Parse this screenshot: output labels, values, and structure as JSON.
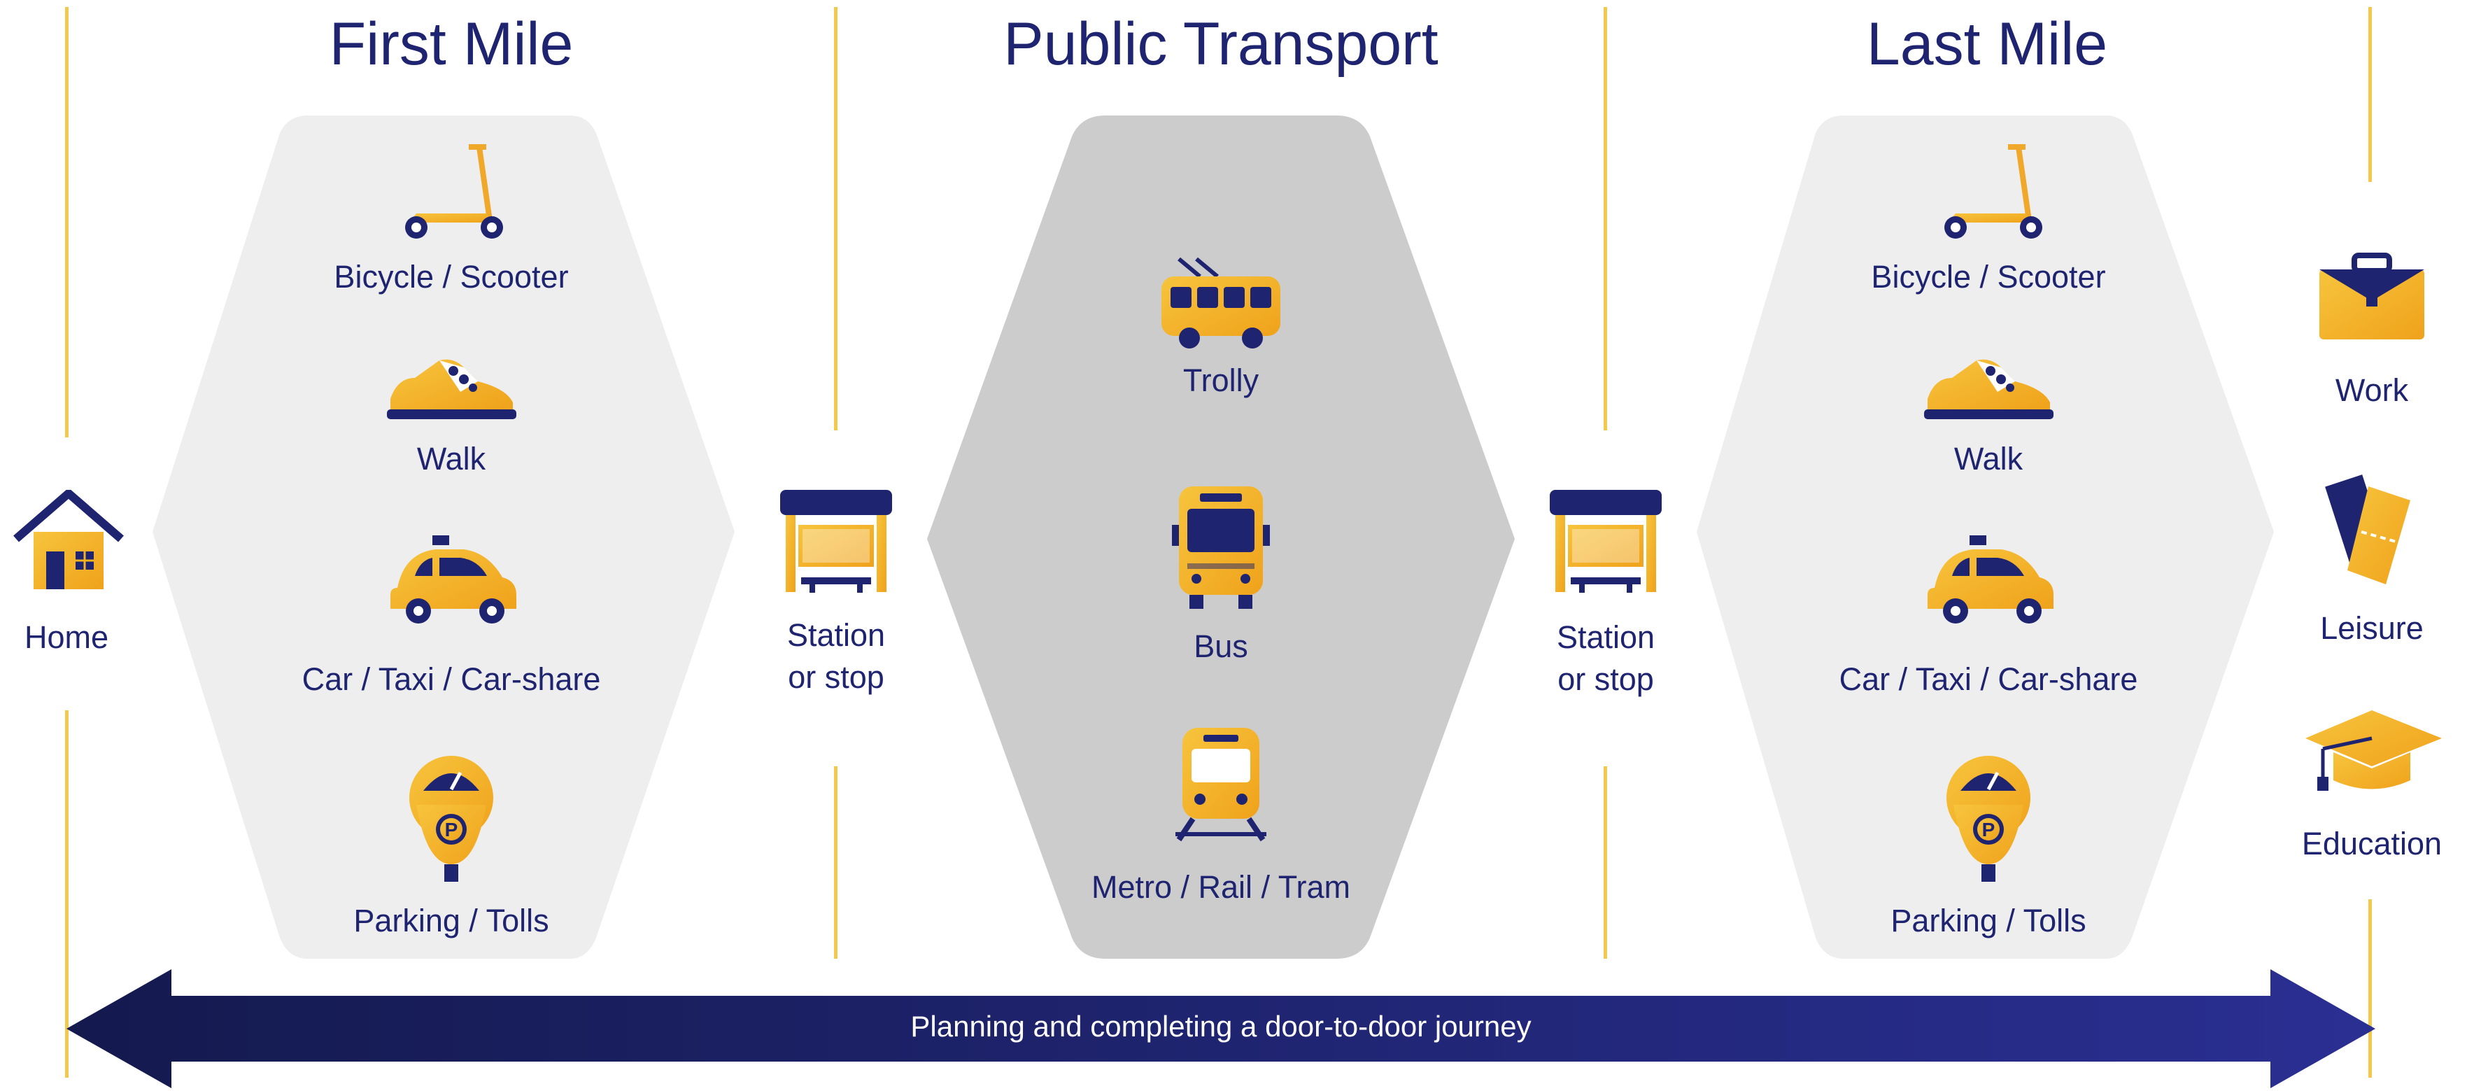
{
  "sections": {
    "first_mile": {
      "title": "First Mile",
      "items": [
        "Bicycle / Scooter",
        "Walk",
        "Car / Taxi / Car-share",
        "Parking / Tolls"
      ]
    },
    "public_transport": {
      "title": "Public Transport",
      "items": [
        "Trolly",
        "Bus",
        "Metro / Rail / Tram"
      ]
    },
    "last_mile": {
      "title": "Last Mile",
      "items": [
        "Bicycle / Scooter",
        "Walk",
        "Car / Taxi / Car-share",
        "Parking / Tolls"
      ]
    }
  },
  "origin": {
    "label": "Home",
    "icon": "house-icon"
  },
  "stations": [
    {
      "line1": "Station",
      "line2": "or stop",
      "icon": "bus-shelter-icon"
    },
    {
      "line1": "Station",
      "line2": "or stop",
      "icon": "bus-shelter-icon"
    }
  ],
  "destinations": [
    {
      "label": "Work",
      "icon": "briefcase-icon"
    },
    {
      "label": "Leisure",
      "icon": "tickets-icon"
    },
    {
      "label": "Education",
      "icon": "graduation-cap-icon"
    }
  ],
  "journey_arrow": {
    "label": "Planning and completing a door-to-door journey"
  },
  "colors": {
    "navy": "#1f2470",
    "gold": "#f5b31b",
    "light_hex": "#eeeeee",
    "dark_hex": "#cccccc",
    "divider": "#f2c94c"
  }
}
